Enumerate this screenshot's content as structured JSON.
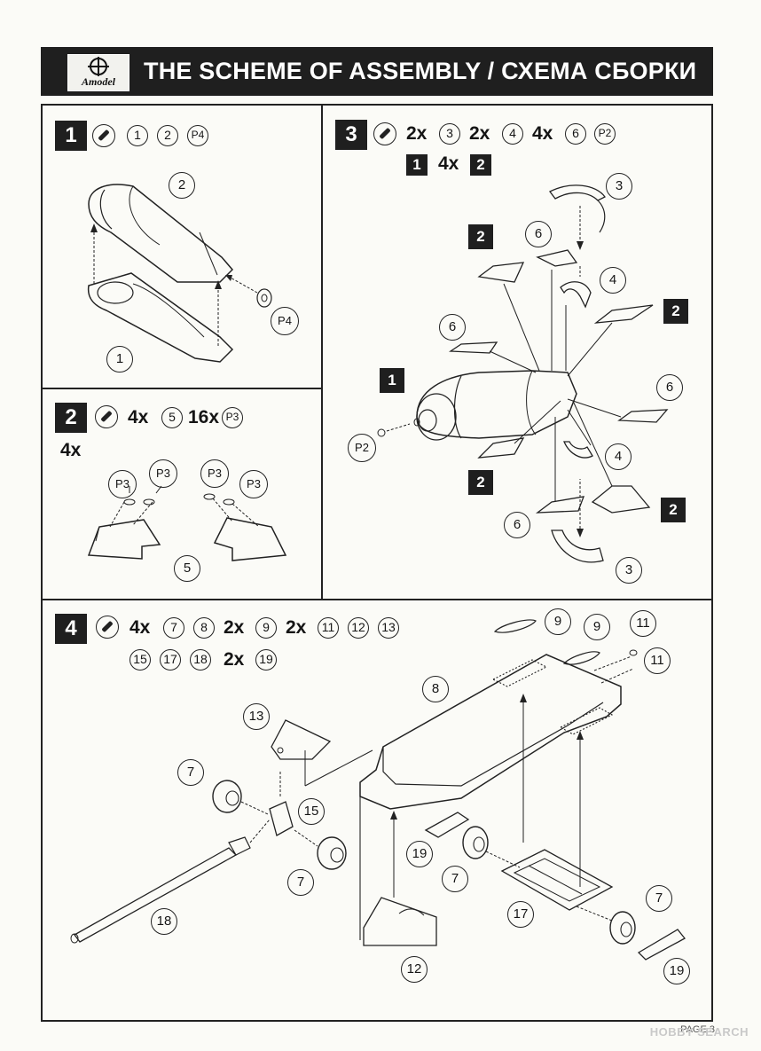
{
  "header": {
    "logo_text": "Amodel",
    "title": "THE SCHEME OF ASSEMBLY / СХЕМА СБОРКИ"
  },
  "steps": [
    {
      "number": "1",
      "parts": [
        "1",
        "2",
        "P4"
      ],
      "labels": [
        "2",
        "P4",
        "1"
      ]
    },
    {
      "number": "2",
      "line": [
        {
          "qty": "4x",
          "part": "5"
        },
        {
          "qty": "16x",
          "part": "P3"
        }
      ],
      "extra": "4x",
      "labels": [
        "P3",
        "P3",
        "P3",
        "P3",
        "5"
      ]
    },
    {
      "number": "3",
      "line": [
        {
          "qty": "2x",
          "part": "3"
        },
        {
          "qty": "2x",
          "part": "4"
        },
        {
          "qty": "4x",
          "part": "6"
        },
        {
          "qty": "",
          "part": "P2"
        }
      ],
      "sub": {
        "step": "1",
        "qty": "4x",
        "step2": "2"
      },
      "labels": [
        "3",
        "6",
        "2",
        "4",
        "2",
        "6",
        "1",
        "6",
        "P2",
        "4",
        "2",
        "6",
        "2",
        "3"
      ]
    },
    {
      "number": "4",
      "line1": [
        {
          "qty": "4x",
          "part": "7"
        },
        {
          "qty": "",
          "part": "8"
        },
        {
          "qty": "2x",
          "part": "9"
        },
        {
          "qty": "2x",
          "part": "11"
        },
        {
          "qty": "",
          "part": "12"
        },
        {
          "qty": "",
          "part": "13"
        }
      ],
      "line2": [
        {
          "qty": "",
          "part": "15"
        },
        {
          "qty": "",
          "part": "17"
        },
        {
          "qty": "",
          "part": "18"
        },
        {
          "qty": "2x",
          "part": "19"
        }
      ],
      "labels": [
        "9",
        "9",
        "11",
        "11",
        "8",
        "13",
        "7",
        "15",
        "7",
        "18",
        "19",
        "7",
        "17",
        "7",
        "12",
        "19"
      ]
    }
  ],
  "footer": {
    "page": "PAGE 3",
    "watermark": "HOBBY SEARCH"
  }
}
